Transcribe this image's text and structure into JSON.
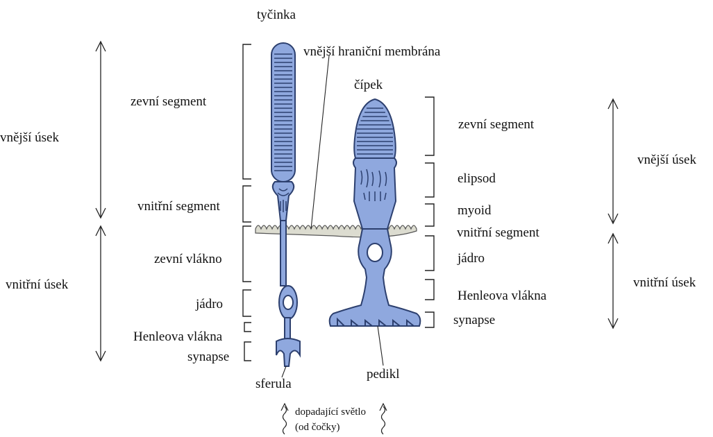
{
  "labels": {
    "rod": "tyčinka",
    "cone": "čípek",
    "outer_limiting_membrane": "vnější hraniční membrána",
    "left": {
      "outer_part": "vnější úsek",
      "inner_part": "vnitřní úsek",
      "outer_segment": "zevní segment",
      "inner_segment": "vnitřní segment",
      "outer_fiber": "zevní vlákno",
      "nucleus": "jádro",
      "henle_fibers": "Henleova vlákna",
      "synapse": "synapse"
    },
    "right": {
      "outer_part": "vnější úsek",
      "inner_part": "vnitřní úsek",
      "outer_segment": "zevní segment",
      "ellipsoid": "elipsod",
      "myoid": "myoid",
      "inner_segment": "vnitřní segment",
      "nucleus": "jádro",
      "henle_fibers": "Henleova vlákna",
      "synapse": "synapse"
    },
    "spherule": "sferula",
    "pedicle": "pedikl",
    "incoming_light_line1": "dopadající světlo",
    "incoming_light_line2": "(od čočky)"
  },
  "colors": {
    "cell_fill": "#8fa8de",
    "cell_outline": "#2c3f6e",
    "membrane": "#dcdcd0",
    "text": "#111111"
  }
}
